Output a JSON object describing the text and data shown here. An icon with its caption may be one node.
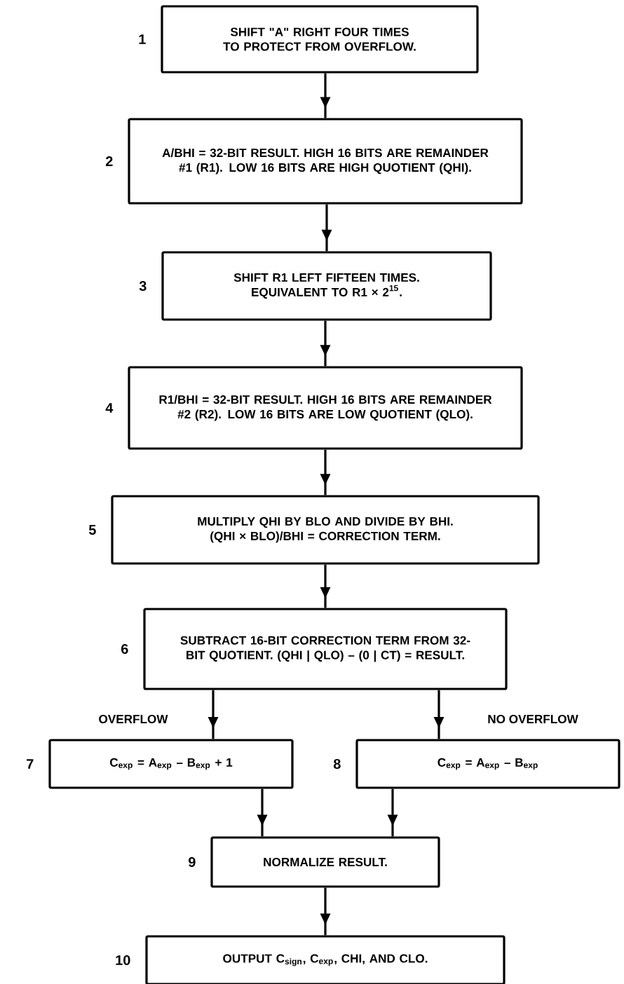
{
  "diagram": {
    "nodes": [
      {
        "text": [
          "SHIFT \"A\" RIGHT FOUR TIMES TO PROTECT FROM OVERFLOW."
        ],
        "beside": [
          "1"
        ]
      },
      {
        "text": [
          "A/BHI = 32-BIT RESULT. HIGH 16 BITS ARE REMAINDER #1 (R1). LOW 16 BITS ARE HIGH QUOTIENT (QHI)."
        ],
        "beside": [
          "2"
        ]
      },
      {
        "text": [
          "SHIFT R1 LEFT FIFTEEN TIMES. EQUIVALENT TO R1 × 2$^{15}$."
        ],
        "beside": [
          "3"
        ]
      },
      {
        "text": [
          "R1/BHI = 32-BIT RESULT. HIGH 16 BITS ARE REMAINDER #2 (R2). LOW 16 BITS ARE LOW QUOTIENT (QLO)."
        ],
        "beside": [
          "4"
        ]
      },
      {
        "text": [
          "MULTIPLY QHI BY BLO AND DIVIDE BY BHI. (QHI × BLO)/BHI = CORRECTION TERM."
        ],
        "beside": [
          "5"
        ]
      },
      {
        "text": [
          "SUBTRACT 16-BIT CORRECTION TERM FROM 32-BIT QUOTIENT. (QHI | QLO) – (0 | CT) = RESULT."
        ],
        "beside": [
          "6"
        ]
      },
      {
        "text": [
          "C$_{exp}$ = A$_{exp}$ – B$_{exp}$ + 1"
        ],
        "beside": [
          "7"
        ]
      },
      {
        "text": [
          "C$_{exp}$ = A$_{exp}$ – B$_{exp}$"
        ],
        "beside": [
          "8"
        ]
      },
      {
        "text": [
          "NORMALIZE RESULT."
        ],
        "beside": [
          "9"
        ]
      },
      {
        "text": [
          "OUTPUT C$_{sign}$, C$_{exp}$, CHI, AND CLO."
        ],
        "beside": [
          "10"
        ]
      }
    ],
    "edges": [
      {
        "from": 0,
        "to": 1,
        "arrow": "to"
      },
      {
        "from": 1,
        "to": 2,
        "arrow": "to"
      },
      {
        "from": 2,
        "to": 3,
        "arrow": "to"
      },
      {
        "from": 3,
        "to": 4,
        "arrow": "to"
      },
      {
        "from": 4,
        "to": 5,
        "arrow": "to"
      },
      {
        "from": 5,
        "to": 6,
        "arrow": "to",
        "label": "OVERFLOW"
      },
      {
        "from": 5,
        "to": 7,
        "arrow": "to",
        "label": "NO OVERFLOW"
      },
      {
        "from": 6,
        "to": 8,
        "arrow": "to"
      },
      {
        "from": 7,
        "to": 8,
        "arrow": "to"
      },
      {
        "from": 8,
        "to": 9,
        "arrow": "to"
      }
    ]
  }
}
